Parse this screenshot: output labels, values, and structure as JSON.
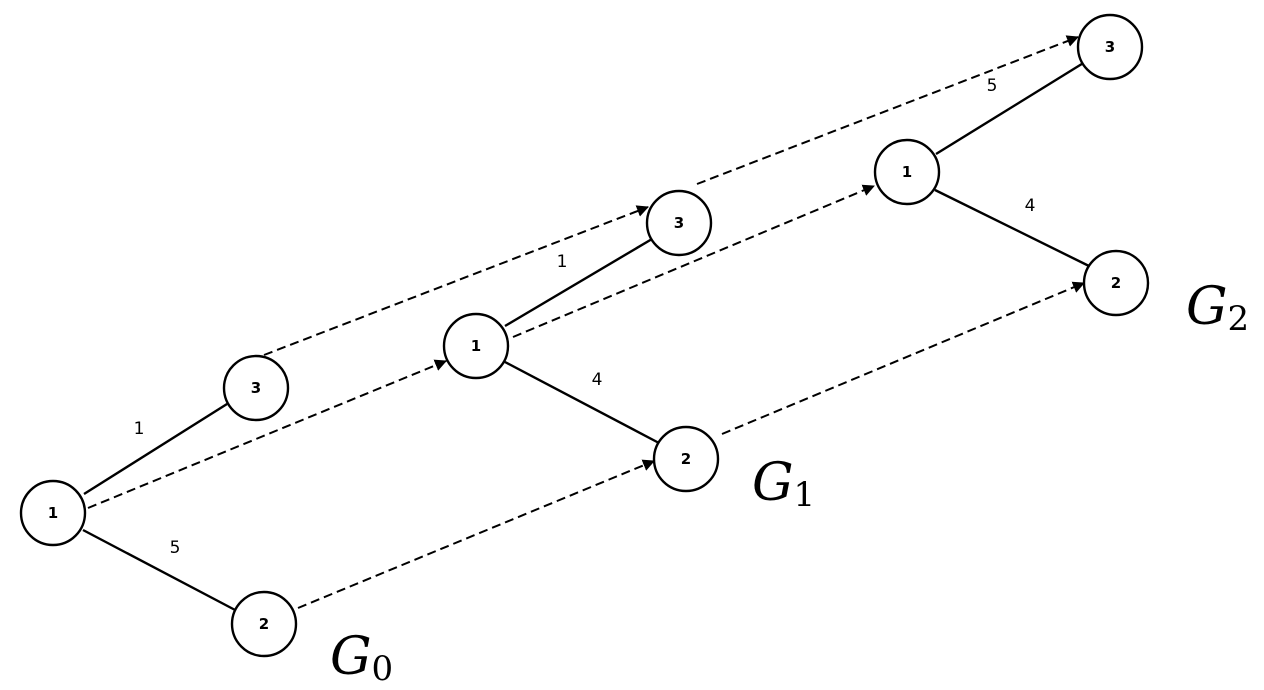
{
  "colors": {
    "stroke": "#000000",
    "node_fill": "#ffffff",
    "background": "#ffffff"
  },
  "graphs": [
    {
      "label_main": "G",
      "label_sub": "0",
      "nodes": [
        {
          "label": "1"
        },
        {
          "label": "3"
        },
        {
          "label": "2"
        }
      ],
      "weights": [
        "1",
        "5"
      ]
    },
    {
      "label_main": "G",
      "label_sub": "1",
      "nodes": [
        {
          "label": "1"
        },
        {
          "label": "3"
        },
        {
          "label": "2"
        }
      ],
      "weights": [
        "1",
        "4"
      ]
    },
    {
      "label_main": "G",
      "label_sub": "2",
      "nodes": [
        {
          "label": "1"
        },
        {
          "label": "3"
        },
        {
          "label": "2"
        }
      ],
      "weights": [
        "5",
        "4"
      ]
    }
  ]
}
